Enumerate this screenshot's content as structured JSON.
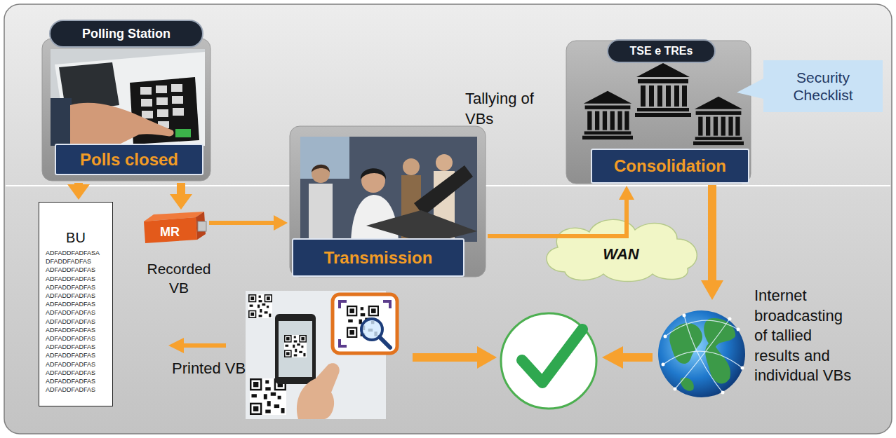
{
  "diagram": {
    "nodes": [
      {
        "text": [
          "Polling Station",
          "Polls closed"
        ]
      },
      {
        "text": [
          "BU",
          "ADFADDFADFASA DFADDFADFAS ADFADDFADFAS ADFADDFADFAS ADFADDFADFAS ADFADDFADFAS ADFADDFADFAS ADFADDFADFAS ADFADDFADFAS ADFADDFADFAS ADFADDFADFAS ADFADDFADFAS ADFADDFADFAS ADFADDFADFAS ADFADDFADFAS ADFADDFADFAS ADFADDFADFAS"
        ]
      },
      {
        "text": [
          "MR"
        ]
      },
      {
        "text": [
          "Transmission"
        ]
      },
      {
        "text": [
          "TSE e TREs",
          "Consolidation"
        ]
      },
      {
        "text": [
          "Security Checklist"
        ]
      },
      {
        "text": [
          "WAN"
        ]
      }
    ],
    "edges": [
      {
        "from": 0,
        "to": 1,
        "arrow": "to"
      },
      {
        "from": 0,
        "to": 2,
        "arrow": "to"
      },
      {
        "from": 2,
        "to": 3,
        "arrow": "to"
      },
      {
        "from": 3,
        "to": 4,
        "arrow": "to"
      }
    ],
    "labels": [
      "Recorded VB",
      "Tallying of VBs",
      "Printed VB",
      "Internet broadcasting of tallied results and individual VBs"
    ]
  }
}
